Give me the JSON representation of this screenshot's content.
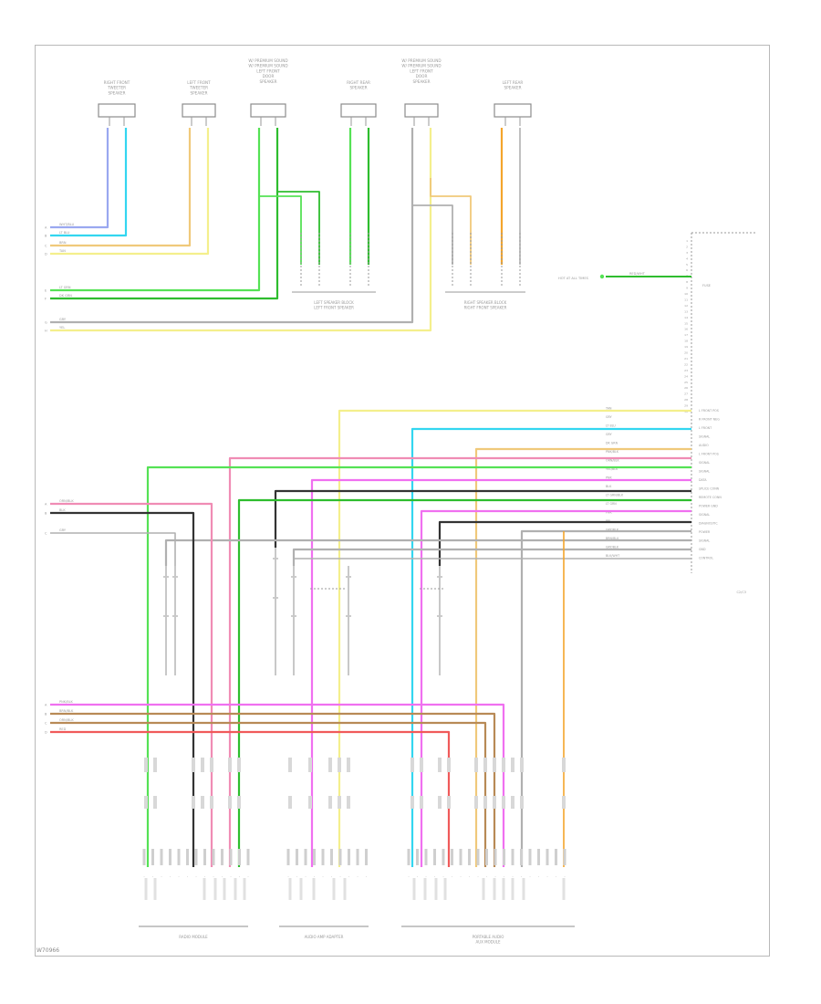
{
  "figure_id": "W70966",
  "top_speakers": [
    {
      "id": "rf-tweeter",
      "label": "RIGHT FRONT\nTWEETER\nSPEAKER"
    },
    {
      "id": "lf-tweeter",
      "label": "LEFT FRONT\nTWEETER\nSPEAKER"
    },
    {
      "id": "lf-midrange",
      "label": "W/ PREMIUM SOUND\nW/ PREMIUM SOUND\nLEFT FRONT\nDOOR\nSPEAKER"
    },
    {
      "id": "rr-speaker",
      "label": "RIGHT REAR\nSPEAKER"
    },
    {
      "id": "rr-midrange",
      "label": "W/ PREMIUM SOUND\nW/ PREMIUM SOUND\nLEFT FRONT\nDOOR\nSPEAKER"
    },
    {
      "id": "lr-speaker",
      "label": "LEFT REAR\nSPEAKER"
    }
  ],
  "left_nets_top": [
    "WHT/BLU",
    "LT BLU",
    "BRN",
    "TAN",
    "LT GRN",
    "DK GRN",
    "GRY",
    "YEL"
  ],
  "left_nets_mid": [
    "ORN/BLK",
    "BLK",
    "GRY"
  ],
  "left_nets_low": [
    "PNK/BLK",
    "BRN/BLK",
    "ORN/BLK",
    "RED"
  ],
  "splice_labels": [
    "LEFT SPEAKER BLOCK\nLEFT FRONT SPEAKER",
    "RIGHT SPEAKER BLOCK\nRIGHT FRONT SPEAKER"
  ],
  "amp_connector": {
    "label_above": "",
    "fuse_text": "HOT AT ALL TIMES",
    "fuse_wire": "RED/WHT",
    "fuse_pin": "FUSE",
    "pin_count": 30,
    "connector_id": "C2/C3",
    "pins": [
      {
        "color": "TAN",
        "name": "L FRONT POS"
      },
      {
        "color": "GRY",
        "name": "R FRONT NEG"
      },
      {
        "color": "LT BLU",
        "name": "L FRONT"
      },
      {
        "color": "GRY",
        "name": "SIGNAL"
      },
      {
        "color": "DK GRN",
        "name": "AUDIO"
      },
      {
        "color": "PNK/BLK",
        "name": "L FRONT POS"
      },
      {
        "color": "ORN/BLK",
        "name": "SIGNAL"
      },
      {
        "color": "YEL/BLK",
        "name": "SIGNAL"
      },
      {
        "color": "PNK",
        "name": "DATA"
      },
      {
        "color": "BLK",
        "name": "SPLICE CONN"
      },
      {
        "color": "LT GRN/BLK",
        "name": "REMOTE CONN"
      },
      {
        "color": "LT GRN",
        "name": "POWER GND"
      },
      {
        "color": "PNK",
        "name": "SIGNAL"
      },
      {
        "color": "PPL",
        "name": "DIAGNOSTIC"
      },
      {
        "color": "GRY/BLK",
        "name": "POWER"
      },
      {
        "color": "BRN/BLK",
        "name": "SIGNAL"
      },
      {
        "color": "GRY/BLK",
        "name": "GND"
      },
      {
        "color": "BLK/WHT",
        "name": "CONTROL"
      }
    ]
  },
  "bottom_modules": [
    {
      "id": "radio-module",
      "label": "RADIO MODULE"
    },
    {
      "id": "audio-amp-adapter",
      "label": "AUDIO AMP ADAPTER"
    },
    {
      "id": "dvd-module",
      "label": "PORTABLE AUDIO\nAUX MODULE"
    }
  ],
  "colors": {
    "frame": "#b9b9b9",
    "box": "#8c8c8c",
    "text": "#9a9a9a",
    "wire_blue": "#9aa8f0",
    "wire_cyan": "#33d6f0",
    "wire_tan": "#f0c97a",
    "wire_yellow": "#f4ef8c",
    "wire_green": "#55e255",
    "wire_dkgreen": "#2ebd2e",
    "wire_gray": "#b0b0b0",
    "wire_pink": "#f08cb4",
    "wire_magenta": "#f070f0",
    "wire_black": "#333333",
    "wire_brown": "#b88a56",
    "wire_red": "#f05a5a",
    "wire_orange": "#f4a52c"
  }
}
